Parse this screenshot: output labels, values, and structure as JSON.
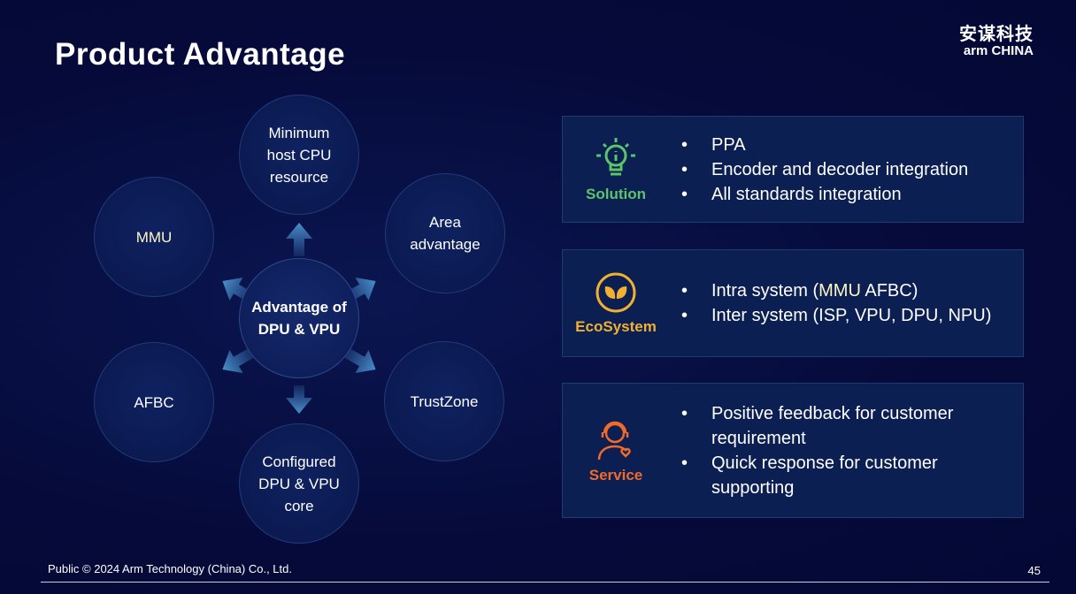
{
  "title": "Product Advantage",
  "logo": {
    "cn": "安谋科技",
    "en": "arm CHINA"
  },
  "diagram": {
    "center": "Advantage of\nDPU & VPU",
    "nodes": [
      "Minimum\nhost CPU\nresource",
      "Area\nadvantage",
      "TrustZone",
      "Configured\nDPU & VPU\ncore",
      "AFBC",
      "MMU"
    ]
  },
  "cards": [
    {
      "label": "Solution",
      "icon": "lightbulb-icon",
      "color": "#5cc46a",
      "bullets": [
        "PPA",
        "Encoder and decoder integration",
        "All standards integration"
      ]
    },
    {
      "label": "EcoSystem",
      "icon": "leaf-icon",
      "color": "#f0b030",
      "bullets_pre": "Intra system (",
      "bullets_hl": "MMU",
      "bullets_post": " AFBC)",
      "bullet2": "Inter system (ISP, VPU, DPU, NPU)"
    },
    {
      "label": "Service",
      "icon": "customer-service-icon",
      "color": "#f06a2a",
      "bullets": [
        "Positive feedback for customer requirement",
        "Quick response for customer supporting"
      ]
    }
  ],
  "footer": "Public © 2024 Arm Technology (China) Co., Ltd.",
  "page_number": "45"
}
